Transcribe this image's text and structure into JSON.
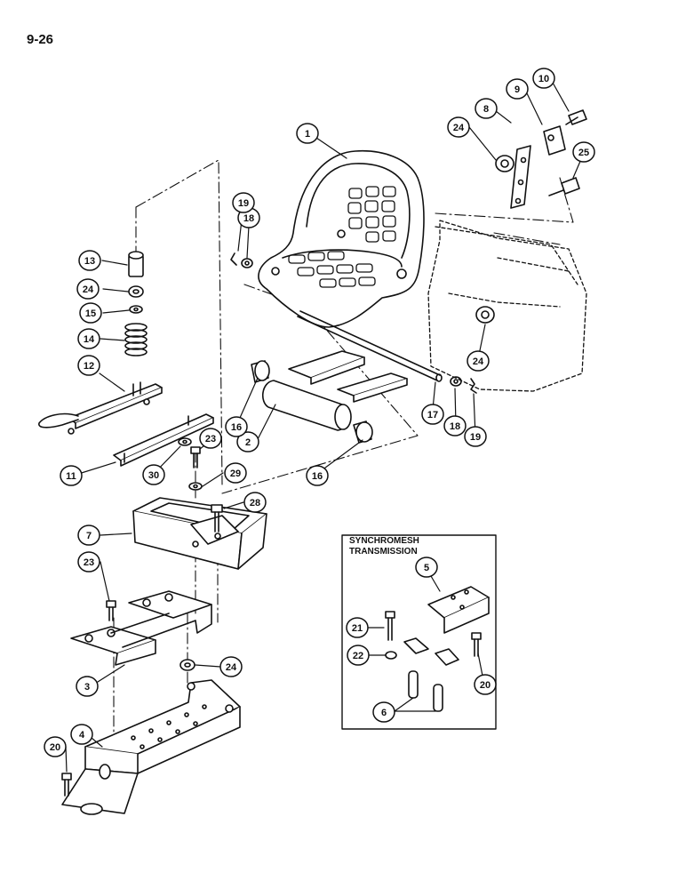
{
  "page": {
    "number": "9-26"
  },
  "inset": {
    "title_line1": "SYNCHROMESH",
    "title_line2": "TRANSMISSION"
  },
  "callouts": {
    "c1": "1",
    "c2": "2",
    "c3": "3",
    "c4": "4",
    "c5": "5",
    "c6": "6",
    "c7": "7",
    "c8": "8",
    "c9": "9",
    "c10": "10",
    "c11": "11",
    "c12": "12",
    "c13": "13",
    "c14": "14",
    "c15": "15",
    "c16a": "16",
    "c16b": "16",
    "c17": "17",
    "c18a": "18",
    "c18b": "18",
    "c19a": "19",
    "c19b": "19",
    "c20a": "20",
    "c20b": "20",
    "c21": "21",
    "c22": "22",
    "c23a": "23",
    "c23b": "23",
    "c24a": "24",
    "c24b": "24",
    "c24c": "24",
    "c24d": "24",
    "c25": "25",
    "c28": "28",
    "c29": "29",
    "c30": "30"
  }
}
